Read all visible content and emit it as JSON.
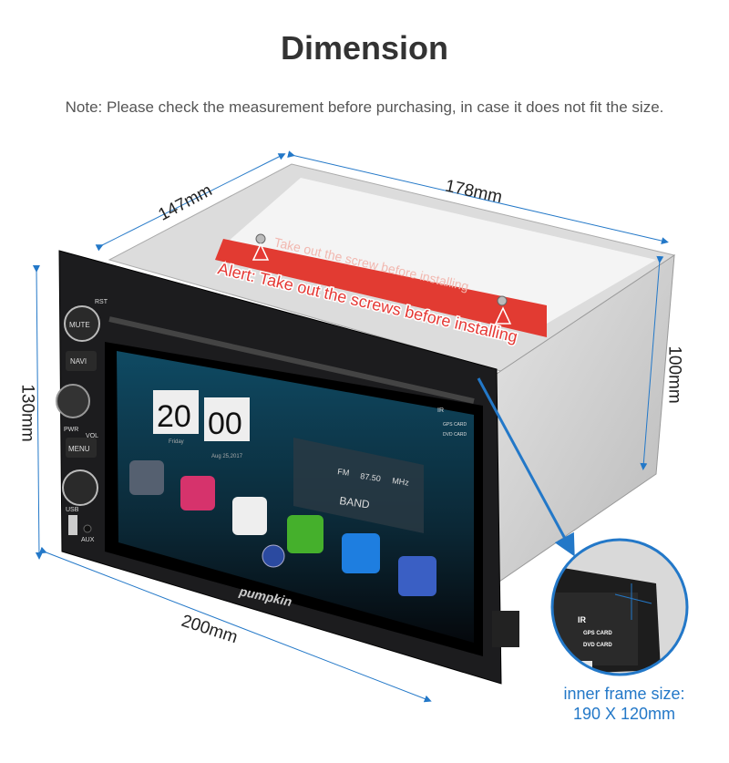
{
  "title": "Dimension",
  "note": "Note: Please check the measurement before purchasing, in case it does not fit the size.",
  "dimensions": {
    "depth_side": "147mm",
    "depth_top": "178mm",
    "height_back": "100mm",
    "height_front": "130mm",
    "width_front": "200mm"
  },
  "sticker_text": "Take out the screw before installing",
  "alert_text": "Alert: Take out the screws before installing",
  "device": {
    "buttons": [
      "RST",
      "MUTE",
      "NAVI",
      "PWR",
      "VOL",
      "MENU",
      "USB",
      "AUX"
    ],
    "ports": [
      "IR",
      "GPS CARD",
      "DVD CARD"
    ],
    "clock_hour": "20",
    "clock_min": "00",
    "clock_day": "Friday",
    "clock_date": "Aug 25,2017",
    "radio_band": "FM",
    "radio_freq": "87.50",
    "radio_unit": "MHz",
    "radio_band_label": "BAND",
    "brand": "pumpkin"
  },
  "inset": {
    "line1": "inner frame size:",
    "line2": "190 X 120mm",
    "ports": [
      "IR",
      "GPS CARD",
      "DVD CARD"
    ]
  },
  "colors": {
    "dimension_line": "#2378c8",
    "alert": "#e53935"
  }
}
